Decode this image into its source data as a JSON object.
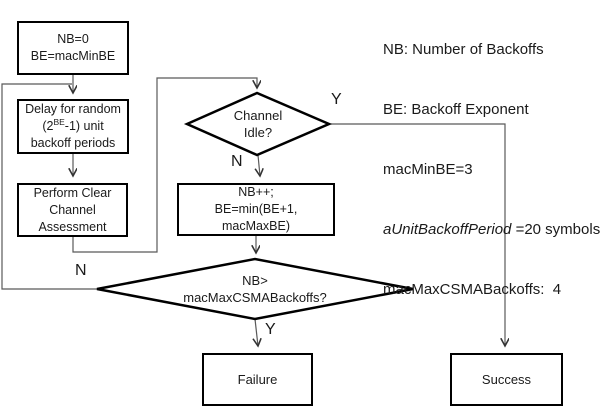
{
  "legend": {
    "line1": "NB: Number of Backoffs",
    "line2": "BE: Backoff Exponent",
    "line3": "macMinBE=3",
    "line4_italic": "aUnitBackoffPeriod",
    "line4_rest": " =20 symbols",
    "line5": "macMaxCSMABackoffs:  4"
  },
  "nodes": {
    "init": {
      "line1": "NB=0",
      "line2": "BE=macMinBE"
    },
    "delay": {
      "line1": "Delay for random",
      "line2_pre": "(2",
      "line2_sup": "BE",
      "line2_post": "-1) unit",
      "line3": "backoff periods"
    },
    "cca": {
      "line1": "Perform Clear",
      "line2": "Channel",
      "line3": "Assessment"
    },
    "channel_idle": {
      "line1": "Channel",
      "line2": "Idle?"
    },
    "increment": {
      "line1": "NB++;",
      "line2": "BE=min(BE+1, macMaxBE)"
    },
    "max_backoffs": {
      "line1": "NB>",
      "line2": "macMaxCSMABackoffs?"
    },
    "failure": {
      "label": "Failure"
    },
    "success": {
      "label": "Success"
    }
  },
  "edge_labels": {
    "channel_idle_yes": "Y",
    "channel_idle_no": "N",
    "max_backoffs_no": "N",
    "max_backoffs_yes": "Y"
  },
  "colors": {
    "background": "#ffffff",
    "shape_border": "#000000",
    "connector": "#595959",
    "text": "#1a1a1a"
  }
}
